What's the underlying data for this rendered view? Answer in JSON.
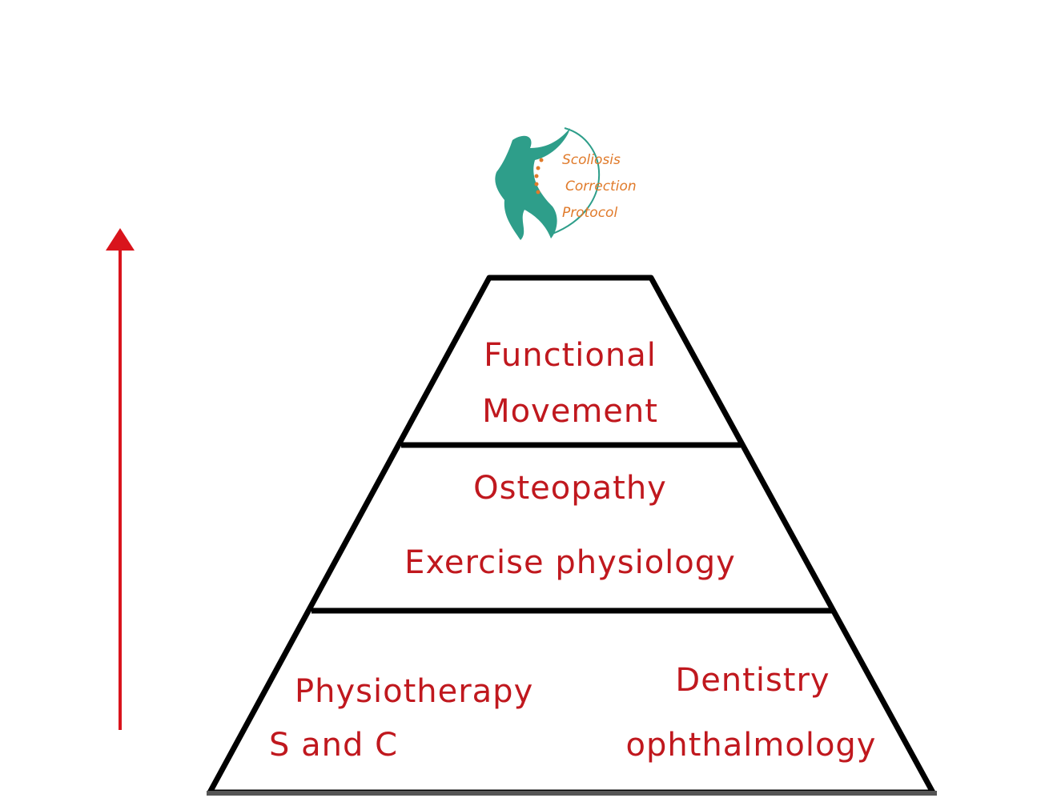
{
  "colors": {
    "text": "#c0181e",
    "arrow": "#d9141c",
    "outline": "#000000",
    "logo_figure": "#2e9e8a",
    "logo_text": "#e07a2a"
  },
  "logo": {
    "icon": "human-figure-spine-icon",
    "lines": [
      "Scoliosis",
      "Correction",
      "Protocol"
    ]
  },
  "arrow": {
    "direction": "up"
  },
  "pyramid": {
    "tiers": [
      {
        "lines": [
          "Functional",
          "Movement"
        ]
      },
      {
        "lines": [
          "Osteopathy",
          "Exercise physiology"
        ]
      },
      {
        "left_lines": [
          "Physiotherapy",
          "S and C"
        ],
        "right_lines": [
          "Dentistry",
          "ophthalmology"
        ]
      }
    ]
  }
}
